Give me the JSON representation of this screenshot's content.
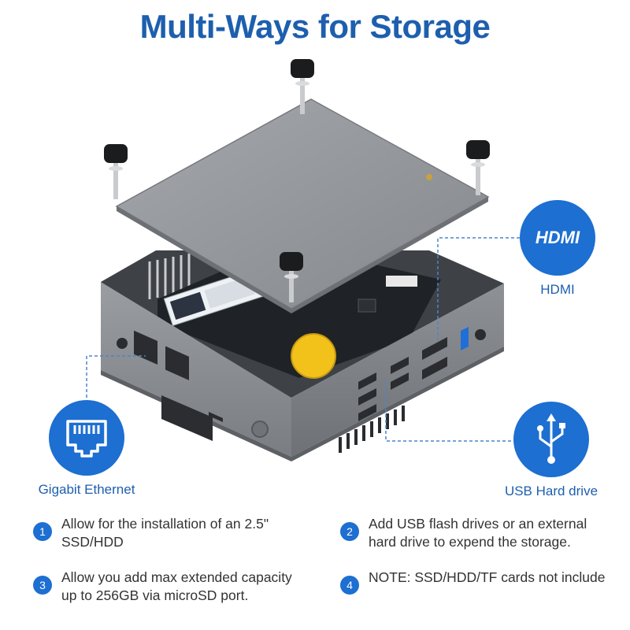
{
  "title": "Multi-Ways for Storage",
  "callouts": {
    "hdmi": {
      "logo": "HDMI",
      "label": "HDMI"
    },
    "ethernet": {
      "label": "Gigabit Ethernet"
    },
    "usb": {
      "label": "USB Hard drive"
    }
  },
  "features": [
    {
      "number": "1",
      "text": "Allow for the installation of an 2.5\" SSD/HDD"
    },
    {
      "number": "2",
      "text": "Add USB flash drives or an external hard drive to expend the storage."
    },
    {
      "number": "3",
      "text": "Allow you add max extended capacity up to 256GB via microSD port."
    },
    {
      "number": "4",
      "text": "NOTE: SSD/HDD/TF cards not include"
    }
  ],
  "colors": {
    "accent": "#1d6fd1",
    "title": "#1d5fae",
    "body_text": "#333333",
    "case": "#8d9096"
  }
}
